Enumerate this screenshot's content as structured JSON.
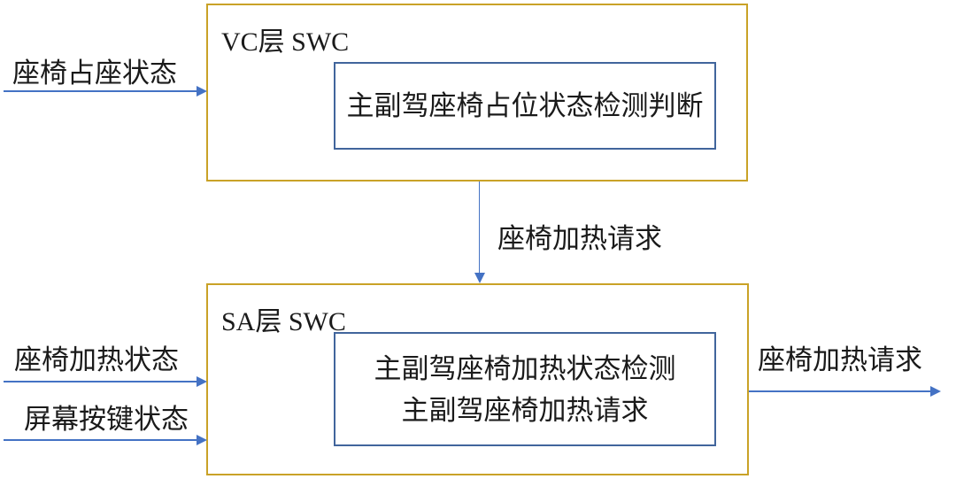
{
  "diagram": {
    "colors": {
      "background": "#ffffff",
      "outer_box_border": "#C9A227",
      "inner_box_border": "#41659C",
      "arrow": "#4472C4",
      "text": "#1a1a1a"
    },
    "vc_box": {
      "title": "VC层 SWC",
      "function_label": "主副驾座椅占位状态检测判断"
    },
    "sa_box": {
      "title": "SA层 SWC",
      "function_lines": [
        "主副驾座椅加热状态检测",
        "主副驾座椅加热请求"
      ]
    },
    "arrows": {
      "vc_input": {
        "label": "座椅占座状态",
        "direction": "right"
      },
      "vc_to_sa": {
        "label": "座椅加热请求",
        "direction": "down"
      },
      "sa_input_heating_status": {
        "label": "座椅加热状态",
        "direction": "right"
      },
      "sa_input_screen_button": {
        "label": "屏幕按键状态",
        "direction": "right"
      },
      "sa_output": {
        "label": "座椅加热请求",
        "direction": "right"
      }
    }
  }
}
